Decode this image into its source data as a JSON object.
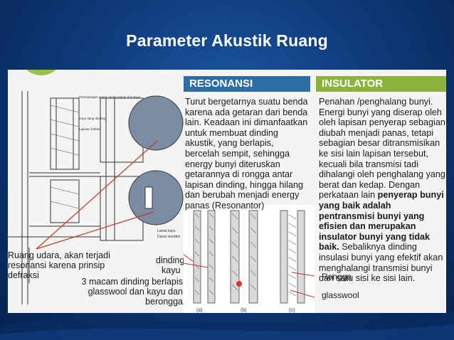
{
  "slide": {
    "title": "Parameter Akustik Ruang"
  },
  "colors": {
    "resonansi_header": "#2b6ea5",
    "insulator_header": "#8cb43c",
    "background": "#0f3c7d"
  },
  "drawing_notes": {
    "n1": "Pemasangan papan tanah papan dan kayu",
    "n2": "Kayu tiang dinding",
    "n3": "Lapisan bahan",
    "n4": "Lantai kayu",
    "n5": "Dasar wooden",
    "s1": "(a)",
    "s2": "(b)",
    "s3": "(c)"
  },
  "annotations": {
    "ruang_udara": "Ruang udara, akan terjadi resonansi karena prinsip defraksi",
    "dinding": "dinding",
    "kayu": "kayu",
    "caption": "3 macam dinding berlapis glasswool dan kayu dan berongga",
    "rongga": "Rongga",
    "glasswool": "glasswool"
  },
  "resonansi": {
    "header": "RESONANSI",
    "text": "Turut bergetarnya suatu benda karena ada getaran dari benda lain. Keadaan ini dimanfaatkan untuk membuat dinding akustik, yang berlapis, bercelah sempit, sehingga energy bunyi diteruskan getarannya di rongga antar lapisan dinding, hingga hilang dan berubah menjadi energy panas (Resonantor)"
  },
  "insulator": {
    "header": "INSULATOR",
    "text_1": "Penahan /penghalang bunyi. Energi  bunyi yang diserap oleh oleh lapisan penyerap sebagian diubah menjadi panas, tetapi sebagian besar ditransmisikan ke sisi lain lapisan tersebut, kecuali bila transmisi tadi dihalangi oleh penghalang yang berat dan kedap. Dengan perkataan lain ",
    "text_bold": "penyerap bunyi yang baik adalah pentransmisi bunyi yang efisien dan merupakan insulator bunyi yang tidak baik.",
    "text_2": " Sebaliknya dinding insulasi bunyi yang efektif akan menghalangi transmisi bunyi dari satu sisi ke sisi lain."
  }
}
